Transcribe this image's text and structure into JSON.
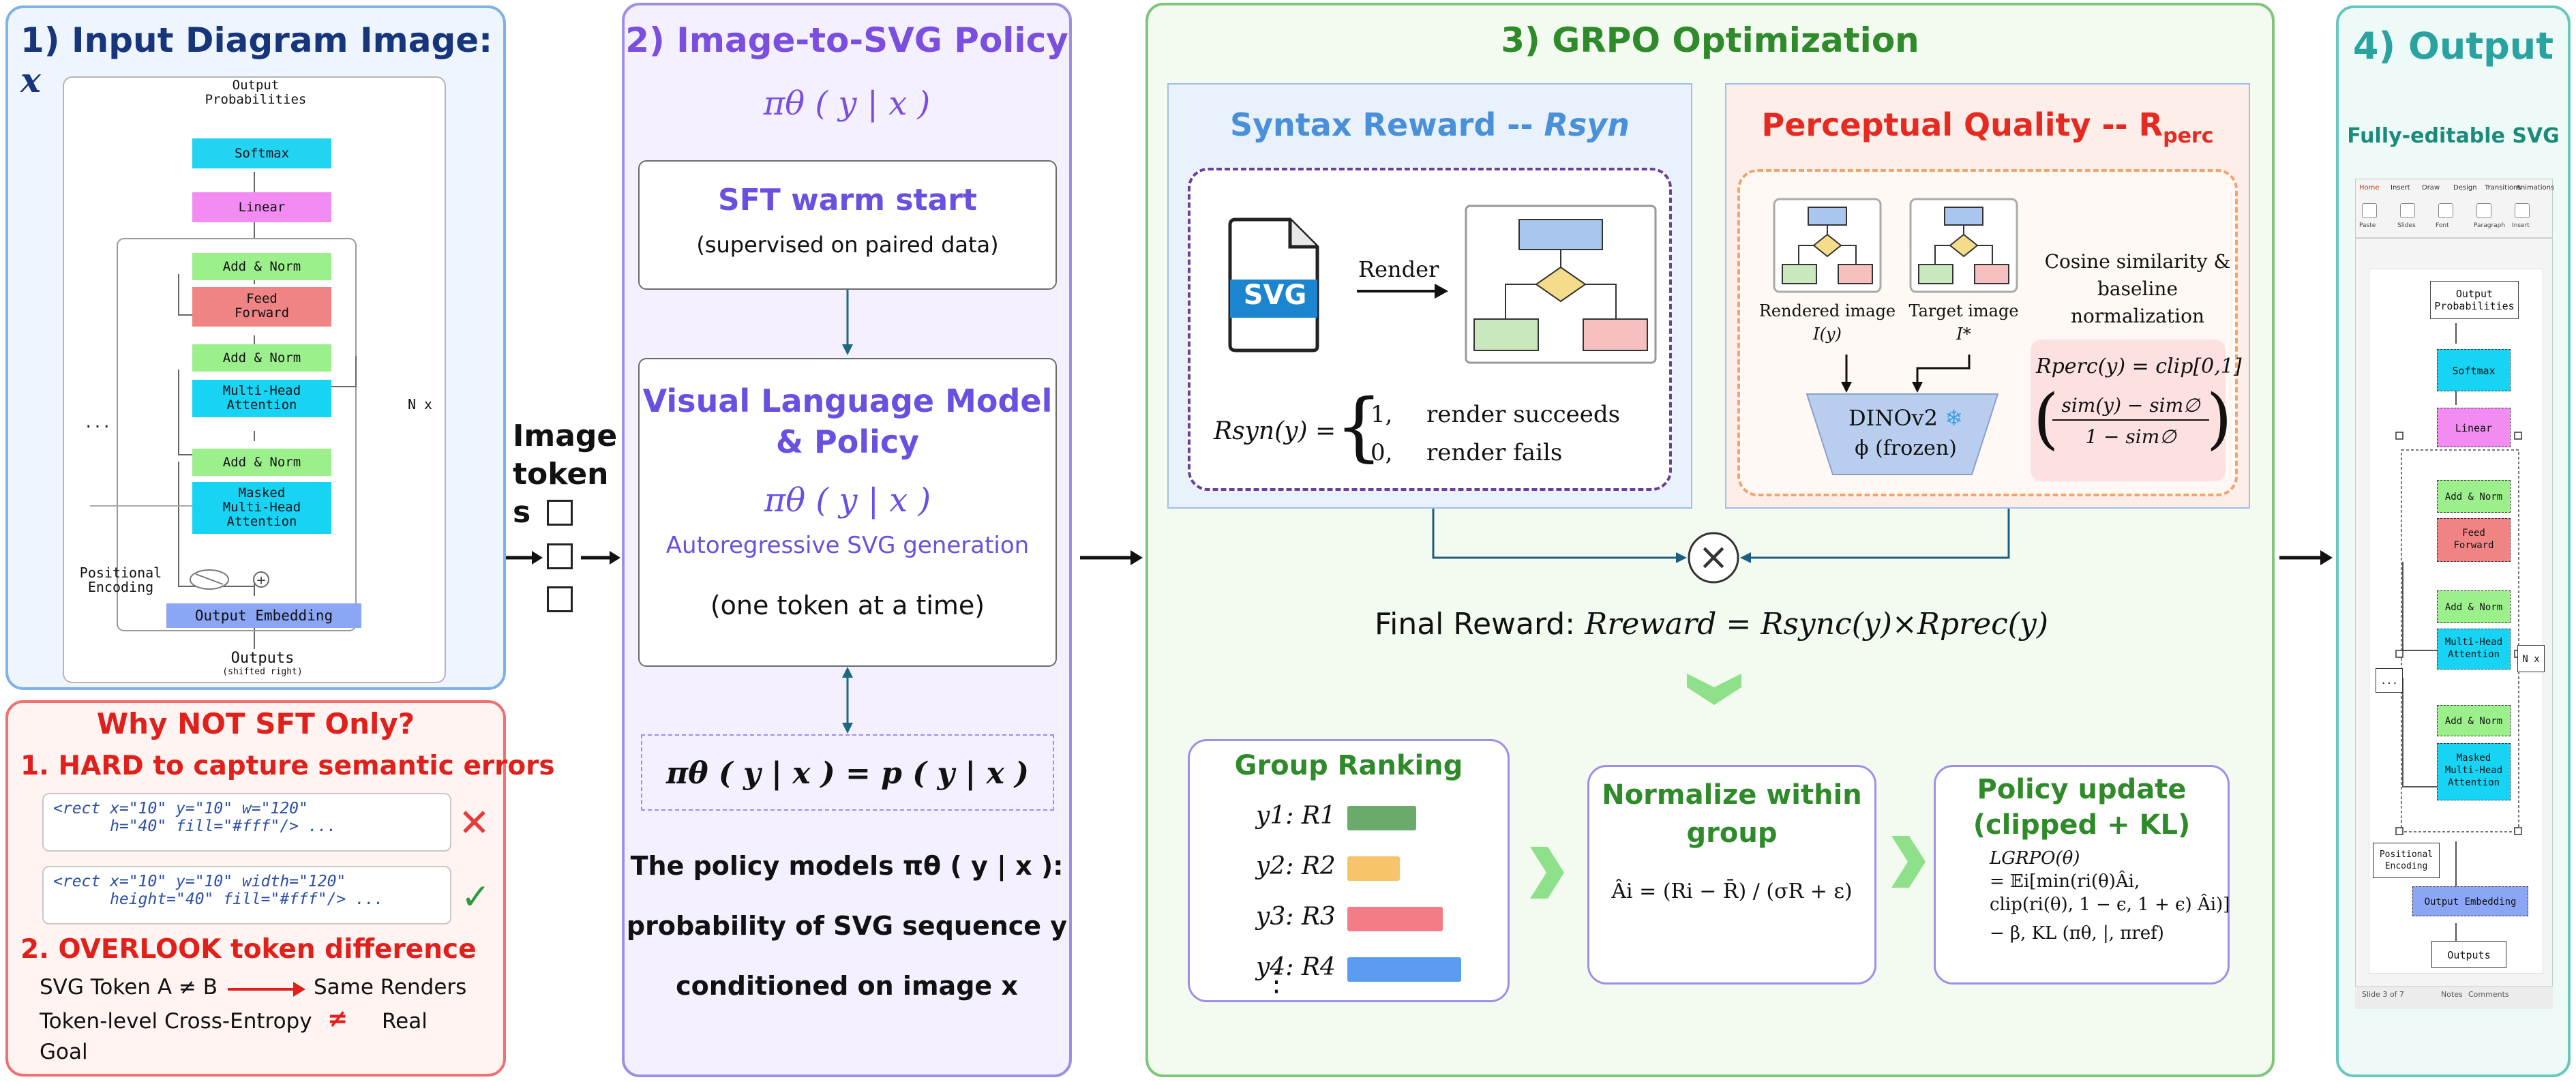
{
  "panel1": {
    "title": "1) Input Diagram Image: ",
    "title_var": "x",
    "transformer": {
      "output_probs": "Output\nProbabilities",
      "softmax": "Softmax",
      "linear": "Linear",
      "add_norm": "Add & Norm",
      "feed_forward": "Feed\nForward",
      "mha": "Multi-Head\nAttention",
      "masked_mha": "Masked\nMulti-Head\nAttention",
      "nx": "N x",
      "dots": "...",
      "pos_enc": "Positional\nEncoding",
      "output_embedding": "Output Embedding",
      "outputs": "Outputs",
      "shifted": "(shifted right)"
    }
  },
  "why_not": {
    "title": "Why NOT SFT Only?",
    "point1": "1. HARD to capture semantic errors",
    "code_bad": "<rect x=\"10\" y=\"10\" w=\"120\"\n      h=\"40\" fill=\"#fff\"/> ...",
    "code_good": "<rect x=\"10\" y=\"10\" width=\"120\"\n      height=\"40\" fill=\"#fff\"/> ...",
    "cross": "✕",
    "check": "✓",
    "point2": "2. OVERLOOK token difference",
    "token_line_left": "SVG Token A ≠ B",
    "token_line_right": "Same Renders",
    "ce_line_left": "Token-level Cross-Entropy",
    "ce_neq": "≠",
    "ce_line_right": "Real",
    "ce_line_2": "Goal"
  },
  "image_tokens": "Image\ntoken\ns",
  "panel2": {
    "title": "2) Image-to-SVG Policy",
    "policy_label": "πθ ( y | x )",
    "sft_title": "SFT warm start",
    "sft_sub": "(supervised on paired data)",
    "vlm_title": "Visual Language Model\n& Policy",
    "vlm_policy": "πθ ( y | x )",
    "vlm_sub": "Autoregressive SVG generation",
    "vlm_sub2": "(one token at a time)",
    "formula": "πθ ( y | x ) = p ( y | x )",
    "desc_1": "The policy models πθ ( y | x ):",
    "desc_2": "probability of SVG sequence y",
    "desc_3": "conditioned on image x"
  },
  "panel3": {
    "title": "3) GRPO Optimization",
    "syntax_title": "Syntax Reward -- ",
    "syntax_var": "Rsyn",
    "svg_label": "SVG",
    "render": "Render",
    "rsyn_lhs": "Rsyn(y) =",
    "case1_val": "1,",
    "case1_txt": "render succeeds",
    "case2_val": "0,",
    "case2_txt": "render fails",
    "perc_title": "Perceptual Quality -- R",
    "perc_sub": "perc",
    "rendered_image": "Rendered image",
    "rendered_var": "I(y)",
    "target_image": "Target image",
    "target_var": "I*",
    "cosine": "Cosine similarity &\nbaseline normalization",
    "dino": "DINOv2",
    "dino_sub": "ϕ (frozen)",
    "snow": "❄",
    "rperc_lhs": "Rperc(y) = clip[0,1]",
    "rperc_num": "sim(y) − sim∅",
    "rperc_den": "1 − sim∅",
    "times": "×",
    "final_reward": "Final Reward: ",
    "final_formula": "Rreward = Rsync(y)×Rprec(y)",
    "group_ranking": "Group Ranking",
    "ranking_rows": [
      "y1: R1",
      "y2: R2",
      "y3: R3",
      "y4: R4"
    ],
    "ranking_values": [
      0.56,
      0.43,
      0.78,
      0.93
    ],
    "ranking_colors": [
      "#6aaa6a",
      "#f7c46c",
      "#f47c87",
      "#5b9cf0"
    ],
    "vdots": "⋮",
    "normalize_title": "Normalize within\ngroup",
    "normalize_formula": "Âi = (Ri − R̄) / (σR + ε)",
    "policy_update_title": "Policy update\n(clipped + KL)",
    "pu_line1": "LGRPO(θ)",
    "pu_line2": "= 𝔼i[min(ri(θ)Âi,",
    "pu_line3": "clip(ri(θ), 1 − ϵ, 1 + ϵ) Âi)]",
    "pu_line4": "− β, KL (πθ, |, πref)"
  },
  "panel4": {
    "title": "4) Output",
    "subtitle": "Fully-editable SVG",
    "ribbon_tabs": [
      "Home",
      "Insert",
      "Draw",
      "Design",
      "Transitions",
      "Animations"
    ],
    "ribbon_groups": [
      "Paste",
      "Slides",
      "Font",
      "Paragraph",
      "Insert"
    ],
    "blocks": {
      "output_probs": "Output\nProbabilities",
      "softmax": "Softmax",
      "linear": "Linear",
      "add_norm": "Add & Norm",
      "feed_forward": "Feed\nForward",
      "mha": "Multi-Head\nAttention",
      "masked": "Masked\nMulti-Head\nAttention",
      "nx": "N x",
      "dots": "...",
      "pos_enc": "Positional\nEncoding",
      "output_embedding": "Output Embedding",
      "outputs": "Outputs"
    },
    "status_left": "Slide 3 of 7",
    "status_notes": "Notes",
    "status_comments": "Comments"
  },
  "colors": {
    "panel1_border": "#7fb2e5",
    "panel2_border": "#9f8ee6",
    "panel3_border": "#7fc57a",
    "panel4_border": "#67c6c0",
    "why_border": "#f07070",
    "softmax": "#22d3f2",
    "linear": "#f28cf2",
    "add_norm": "#9cf08c",
    "feed_forward": "#f08484",
    "attention": "#17d4f5",
    "embedding": "#8ba6f4"
  }
}
